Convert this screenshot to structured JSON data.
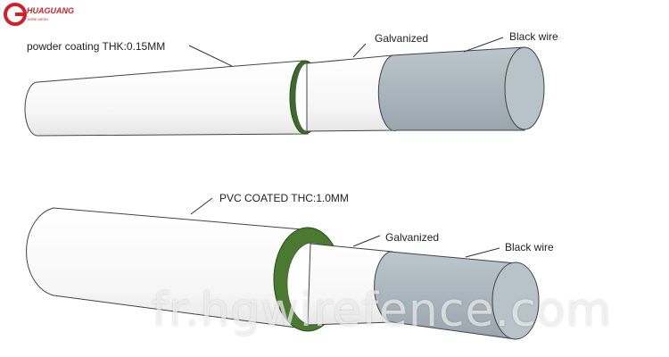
{
  "logo": {
    "text": "HUAGUANG",
    "subtext": "WIRE MESH",
    "color": "#d0202a"
  },
  "top_diagram": {
    "coating_label": "powder coating THK:0.15MM",
    "galvanized_label": "Galvanized",
    "core_label": "Black wire"
  },
  "bottom_diagram": {
    "coating_label": "PVC COATED THC:1.0MM",
    "galvanized_label": "Galvanized",
    "core_label": "Black wire"
  },
  "colors": {
    "coating": "#ffffff",
    "outline": "#444444",
    "band_top": "#3d6b2a",
    "band_bottom": "#4a7a30",
    "core": "#a9b4bc",
    "core_end": "#b8c2c9"
  },
  "watermark": "fr.hgwirefence.com"
}
